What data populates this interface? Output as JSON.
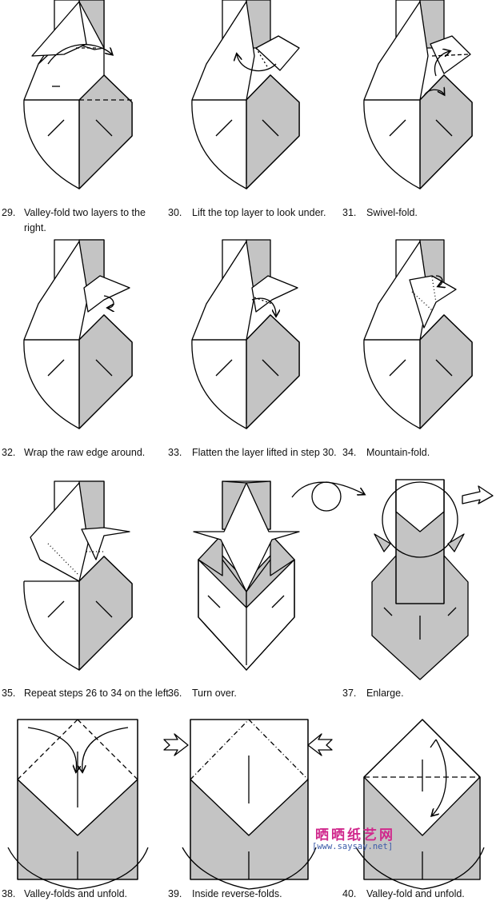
{
  "steps": [
    {
      "num": "29.",
      "caption": "Valley-fold two layers to the right."
    },
    {
      "num": "30.",
      "caption": "Lift the top layer to look under."
    },
    {
      "num": "31.",
      "caption": "Swivel-fold."
    },
    {
      "num": "32.",
      "caption": "Wrap the raw edge around."
    },
    {
      "num": "33.",
      "caption": "Flatten the layer lifted in step 30."
    },
    {
      "num": "34.",
      "caption": "Mountain-fold."
    },
    {
      "num": "35.",
      "caption": "Repeat steps 26 to 34 on the left."
    },
    {
      "num": "36.",
      "caption": "Turn over."
    },
    {
      "num": "37.",
      "caption": "Enlarge."
    },
    {
      "num": "38.",
      "caption": "Valley-folds and unfold."
    },
    {
      "num": "39.",
      "caption": "Inside reverse-folds."
    },
    {
      "num": "40.",
      "caption": "Valley-fold and unfold."
    }
  ],
  "watermark": {
    "title": "晒晒纸艺网",
    "url": "[www.saysay.net]"
  },
  "colors": {
    "shade": "#c4c4c4",
    "line": "#000000",
    "watermark_pink": "#d0288c",
    "watermark_blue": "#3a5aa8"
  }
}
